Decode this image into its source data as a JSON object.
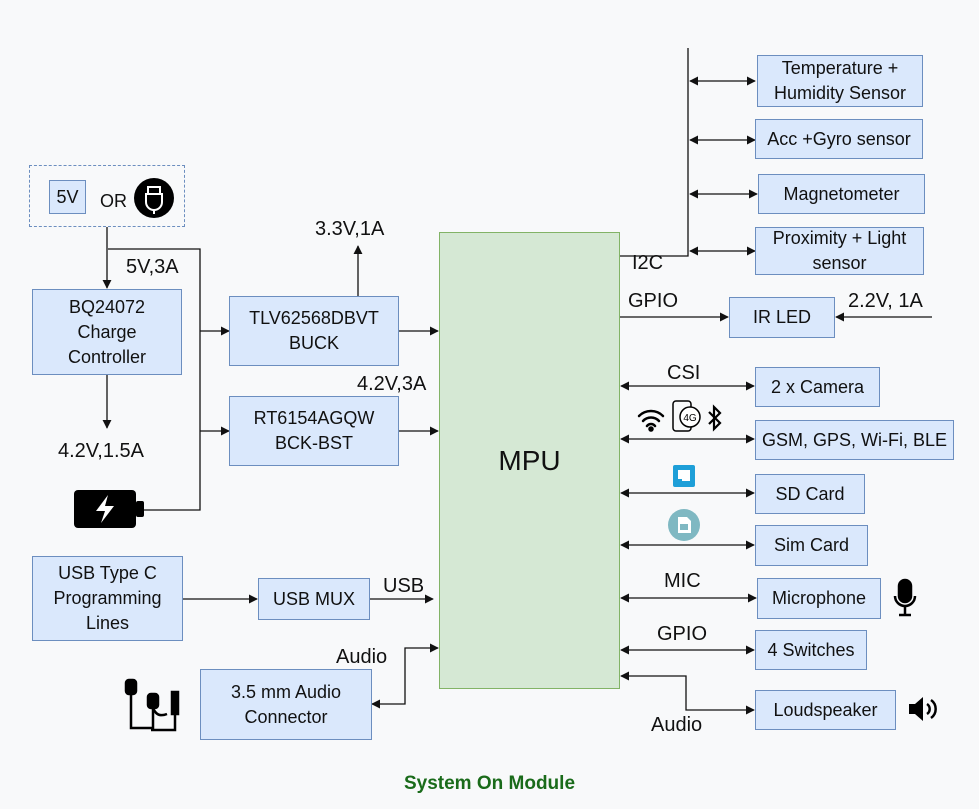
{
  "blocks": {
    "input_5v": "5V",
    "input_or": "OR",
    "charger": "BQ24072\nCharge\nController",
    "buck": "TLV62568DBVT\nBUCK",
    "bckbst": "RT6154AGQW\nBCK-BST",
    "mpu": "MPU",
    "usb_c": "USB Type C\nProgramming\nLines",
    "usb_mux": "USB MUX",
    "audio_conn": "3.5 mm Audio\nConnector",
    "temp": "Temperature +\nHumidity Sensor",
    "accgyro": "Acc +Gyro sensor",
    "magneto": "Magnetometer",
    "proximity": "Proximity + Light\nsensor",
    "irled": "IR LED",
    "camera": "2  x  Camera",
    "gsm": "GSM, GPS, Wi-Fi, BLE",
    "sdcard": "SD Card",
    "simcard": "Sim Card",
    "mic": "Microphone",
    "switches": "4 Switches",
    "speaker": "Loudspeaker"
  },
  "labels": {
    "v5_3a": "5V,3A",
    "v33_1a": "3.3V,1A",
    "v42_3a": "4.2V,3A",
    "v42_15a": "4.2V,1.5A",
    "i2c": "I2C",
    "gpio_ir": "GPIO",
    "v22_1a": "2.2V, 1A",
    "csi": "CSI",
    "mic": "MIC",
    "gpio_sw": "GPIO",
    "audio_out": "Audio",
    "usb": "USB",
    "audio_in": "Audio",
    "gsm_icon_text": "4G"
  },
  "footer": "System On Module",
  "icons": [
    "usb-plug-icon",
    "battery-charging-icon",
    "wifi-icon",
    "mobile-4g-icon",
    "bluetooth-icon",
    "sd-card-icon",
    "sim-card-icon",
    "microphone-icon",
    "speaker-icon",
    "earphones-icon"
  ],
  "colors": {
    "block_fill": "#dae8fc",
    "block_border": "#6c8ebf",
    "mpu_fill": "#d5e8d4",
    "mpu_border": "#82b366",
    "footer": "#1a6b1a"
  }
}
